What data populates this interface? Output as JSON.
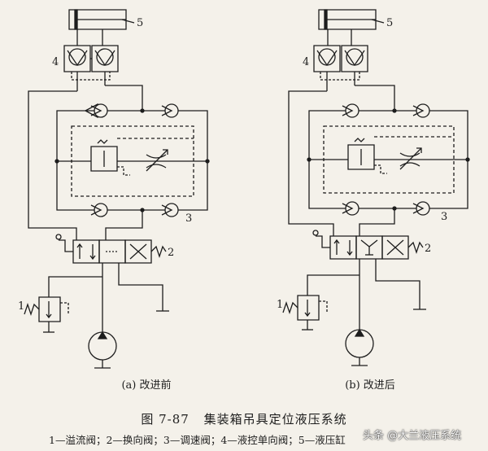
{
  "figure": {
    "number": "图 7-87",
    "title": "集装箱吊具定位液压系统",
    "legend": "1—溢流阀；2—换向阀；3—调速阀；4—液控单向阀；5—液压缸",
    "sub_a": "(a) 改进前",
    "sub_b": "(b) 改进后"
  },
  "component_numbers": [
    "1",
    "2",
    "3",
    "4",
    "5"
  ],
  "watermark": "头条 @大兰液压系统",
  "colors": {
    "line": "#1d1d1d",
    "paper": "#f4f1ea"
  }
}
